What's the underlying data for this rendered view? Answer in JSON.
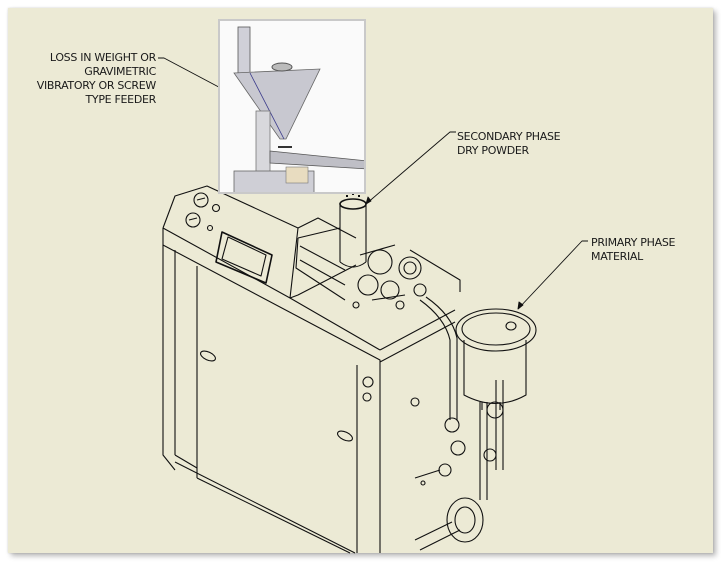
{
  "figure": {
    "type": "annotated isometric line drawing of a powder-liquid dispersion system",
    "background_color": "#ecead5",
    "line_color": "#111111"
  },
  "callouts": [
    {
      "id": "feeder",
      "lines": [
        "LOSS IN WEIGHT OR",
        "GRAVIMETRIC",
        "VIBRATORY OR SCREW",
        "TYPE FEEDER"
      ]
    },
    {
      "id": "secondary",
      "lines": [
        "SECONDARY PHASE",
        "DRY POWDER"
      ]
    },
    {
      "id": "primary",
      "lines": [
        "PRIMARY PHASE",
        "MATERIAL"
      ]
    }
  ],
  "photo_inset": {
    "subject": "feeder-hopper-photo"
  },
  "machine_parts": {
    "control_panel": "touchscreen-hmi",
    "gauges": 2,
    "powder_inlet": "vertical-tube",
    "hopper": "primary-phase-tank"
  }
}
